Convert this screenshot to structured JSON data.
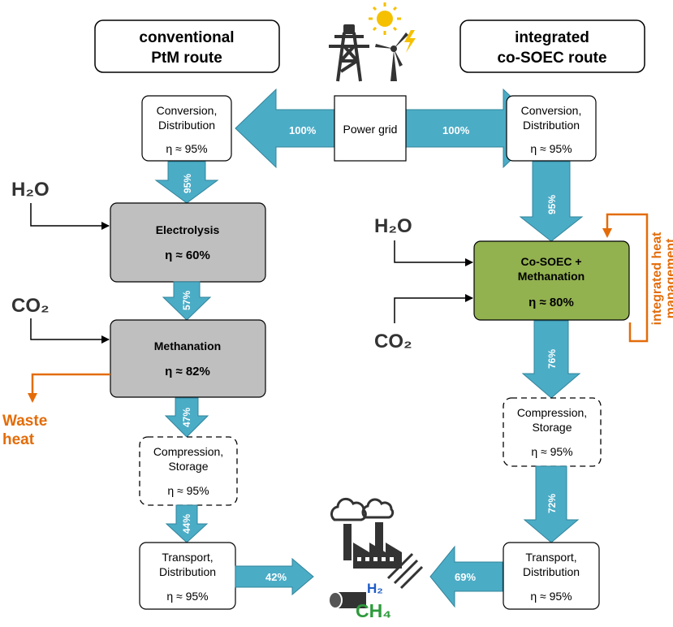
{
  "colors": {
    "arrow_fill": "#4bacc6",
    "arrow_stroke": "#31849b",
    "gray_box": "#bfbfbf",
    "green_box": "#92b14f",
    "orange": "#e36c09",
    "dark": "#333333",
    "h2_blue": "#1f5cc7",
    "ch4_green": "#2e9a3c"
  },
  "icons": {
    "pylon": "power-pylon-icon",
    "sun": "sun-icon",
    "wind": "wind-turbine-icon",
    "bolt": "lightning-icon",
    "factory": "factory-icon",
    "pipe": "pipeline-icon"
  },
  "header": {
    "left_title": [
      "conventional",
      "PtM route"
    ],
    "right_title": [
      "integrated",
      "co-SOEC route"
    ]
  },
  "grid": {
    "label": "Power grid",
    "left_pct": "100%",
    "right_pct": "100%"
  },
  "left": {
    "conversion": [
      "Conversion,",
      "Distribution",
      "η ≈ 95%"
    ],
    "arrow1": "95%",
    "h2o": "H₂O",
    "electrolysis": [
      "Electrolysis",
      "η ≈ 60%"
    ],
    "arrow2": "57%",
    "co2": "CO₂",
    "methanation": [
      "Methanation",
      "η ≈ 82%"
    ],
    "waste_heat": [
      "Waste",
      "heat"
    ],
    "arrow3": "47%",
    "storage": [
      "Compression,",
      "Storage",
      "η ≈ 95%"
    ],
    "arrow4": "44%",
    "transport": [
      "Transport,",
      "Distribution",
      "η ≈ 95%"
    ],
    "arrow5": "42%"
  },
  "right": {
    "conversion": [
      "Conversion,",
      "Distribution",
      "η ≈ 95%"
    ],
    "arrow1": "95%",
    "h2o": "H₂O",
    "co2": "CO₂",
    "cosoec": [
      "Co-SOEC +",
      "Methanation",
      "η ≈ 80%"
    ],
    "heat_loop": [
      "integrated heat",
      "management"
    ],
    "arrow2": "76%",
    "storage": [
      "Compression,",
      "Storage",
      "η ≈ 95%"
    ],
    "arrow3": "72%",
    "transport": [
      "Transport,",
      "Distribution",
      "η ≈ 95%"
    ],
    "arrow4": "69%"
  },
  "product": {
    "h2": "H₂",
    "ch4": "CH₄"
  }
}
